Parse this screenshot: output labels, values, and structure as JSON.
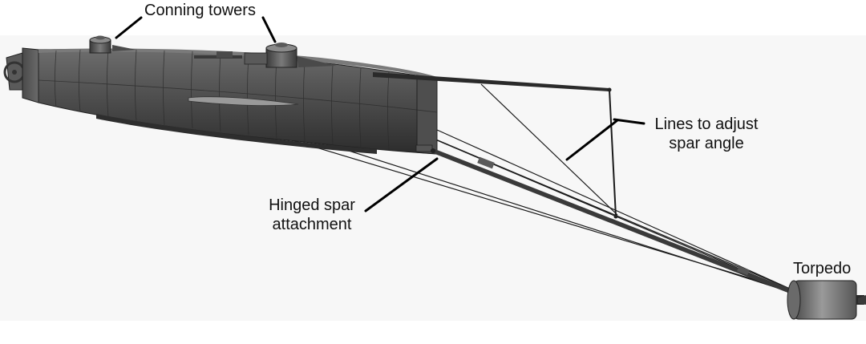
{
  "diagram": {
    "labels": {
      "conning_towers": "Conning towers",
      "lines_to_adjust": [
        "Lines to adjust",
        "spar angle"
      ],
      "hinged_spar": [
        "Hinged spar",
        "attachment"
      ],
      "torpedo": "Torpedo"
    },
    "colors": {
      "background_panel": "#f7f7f7",
      "hull_dark": "#3a3a3a",
      "hull_mid": "#5a5a5a",
      "hull_light": "#8a8a8a",
      "line": "#1a1a1a",
      "leader": "#000000"
    }
  }
}
